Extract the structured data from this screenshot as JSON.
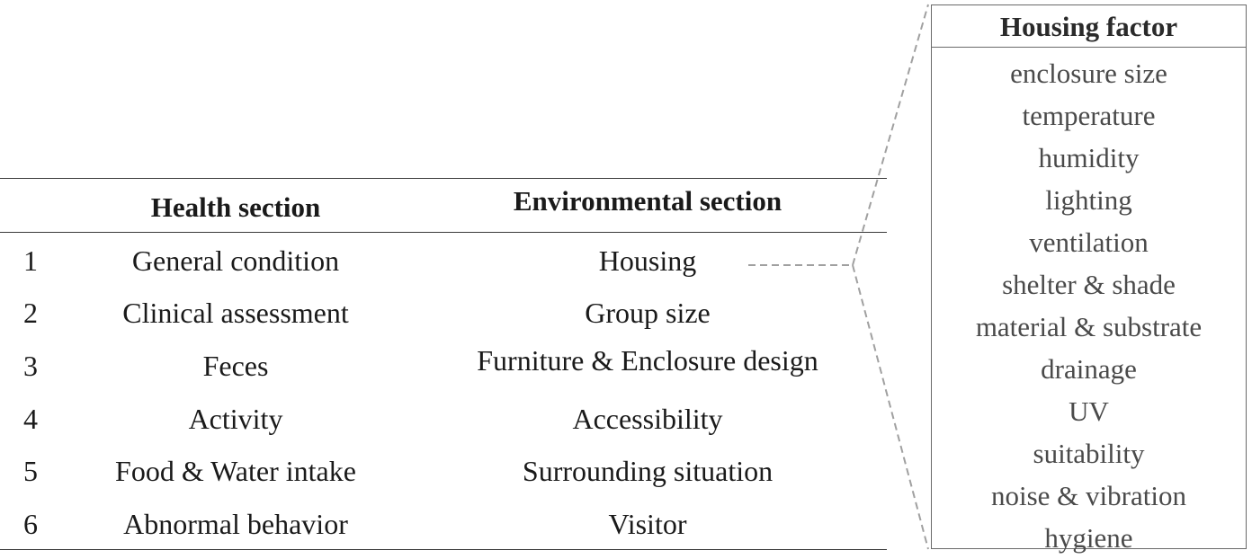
{
  "table": {
    "headers": {
      "health": "Health section",
      "environmental": "Environmental section"
    },
    "rows": [
      {
        "num": "1",
        "health": "General condition",
        "environmental": "Housing"
      },
      {
        "num": "2",
        "health": "Clinical assessment",
        "environmental": "Group size"
      },
      {
        "num": "3",
        "health": "Feces",
        "environmental": "Furniture & Enclosure design"
      },
      {
        "num": "4",
        "health": "Activity",
        "environmental": "Accessibility"
      },
      {
        "num": "5",
        "health": "Food & Water intake",
        "environmental": "Surrounding situation"
      },
      {
        "num": "6",
        "health": "Abnormal behavior",
        "environmental": "Visitor"
      }
    ]
  },
  "housing_factor": {
    "title": "Housing factor",
    "items": [
      "enclosure size",
      "temperature",
      "humidity",
      "lighting",
      "ventilation",
      "shelter & shade",
      "material & substrate",
      "drainage",
      "UV",
      "suitability",
      "noise & vibration",
      "hygiene"
    ]
  },
  "colors": {
    "text": "#1a1a1a",
    "factor_text": "#4a4a4a",
    "connector": "#a0a0a0",
    "box_border": "#6a6a6a"
  }
}
